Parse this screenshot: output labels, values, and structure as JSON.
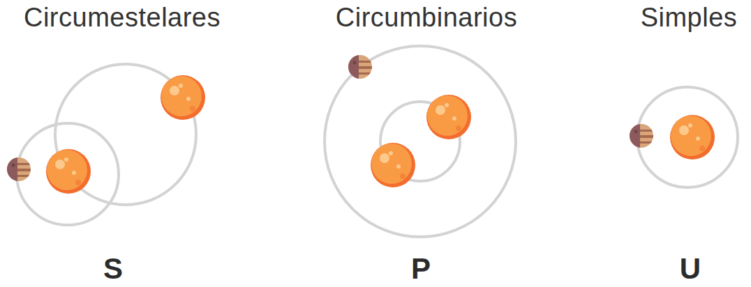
{
  "diagram": {
    "labels": [
      "Circumestelares",
      "Circumbinarios",
      "Simples",
      "S",
      "P",
      "U"
    ]
  }
}
